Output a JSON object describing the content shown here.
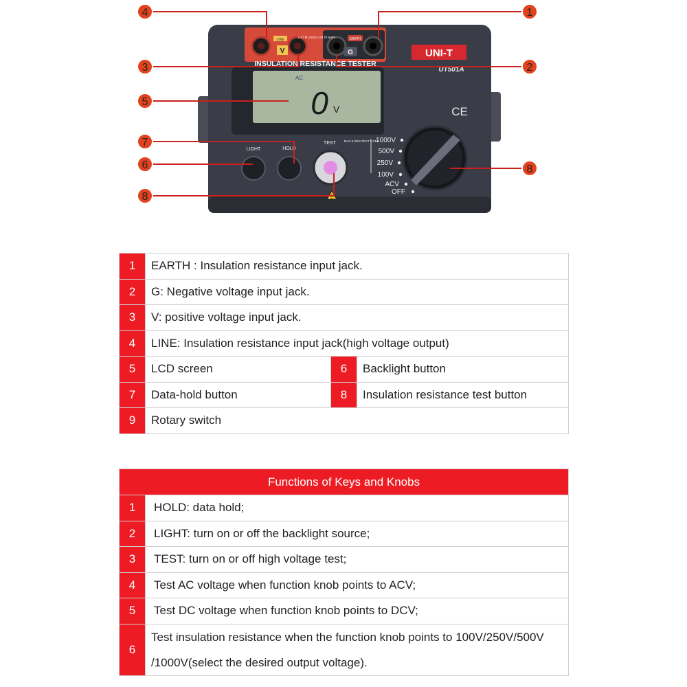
{
  "device": {
    "brand": "UNI-T",
    "model": "UT501A",
    "panel_title": "INSULATION RESISTANCE TESTER",
    "jack_labels": {
      "line": "LINE",
      "v": "V",
      "cat_left": "CAT Ⅲ 1000V CAT Ⅳ 600V",
      "earth": "EARTH",
      "g": "G"
    },
    "lcd": {
      "mode": "AC",
      "reading": "0",
      "unit": "V"
    },
    "ce_mark": "CE",
    "buttons": {
      "light": "LIGHT",
      "hold": "HOLD",
      "test": "TEST"
    },
    "test_note": "MAX 5.0GΩ TEST V.SEL",
    "dial_positions": [
      "1000V",
      "500V",
      "250V",
      "100V",
      "ACV",
      "OFF"
    ]
  },
  "callouts": [
    "1",
    "2",
    "3",
    "4",
    "5",
    "6",
    "7",
    "8",
    "8"
  ],
  "parts_table": {
    "rows": [
      {
        "num": "1",
        "text": "EARTH : Insulation resistance input jack."
      },
      {
        "num": "2",
        "text": "G: Negative voltage input jack."
      },
      {
        "num": "3",
        "text": "V: positive voltage input jack."
      },
      {
        "num": "4",
        "text": "LINE: Insulation resistance input jack(high voltage output)"
      },
      {
        "num": "5",
        "text": "LCD screen",
        "num2": "6",
        "text2": "Backlight button"
      },
      {
        "num": "7",
        "text": "Data-hold button",
        "num2": "8",
        "text2": "Insulation resistance test button"
      },
      {
        "num": "9",
        "text": "Rotary switch"
      }
    ]
  },
  "functions_table": {
    "title": "Functions of Keys and Knobs",
    "rows": [
      {
        "num": "1",
        "text": "HOLD: data hold;"
      },
      {
        "num": "2",
        "text": "LIGHT: turn on or off the backlight source;"
      },
      {
        "num": "3",
        "text": "TEST: turn on or off high voltage test;"
      },
      {
        "num": "4",
        "text": "Test AC voltage when function knob points to ACV;"
      },
      {
        "num": "5",
        "text": "Test DC voltage when function knob points to DCV;"
      },
      {
        "num": "6",
        "text": "Test insulation resistance when the function knob points to 100V/250V/500V /1000V(select the desired output voltage)."
      }
    ]
  },
  "colors": {
    "accent_red": "#ed1c24",
    "callout_orange": "#e0431e",
    "device_body": "#3a3d48",
    "lcd_green": "#a9b6a0"
  }
}
